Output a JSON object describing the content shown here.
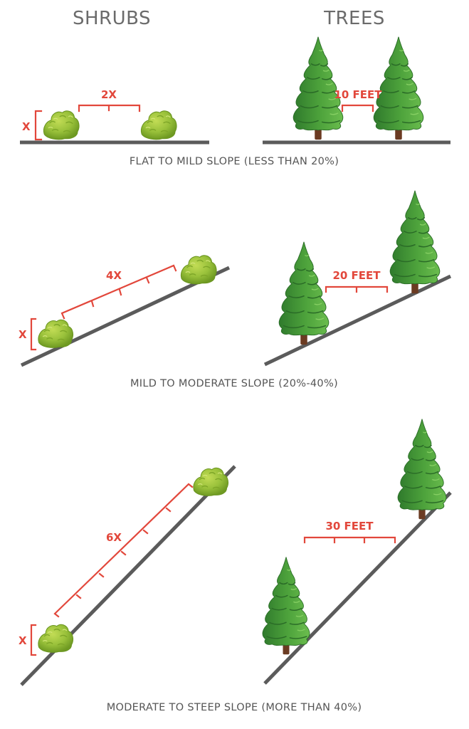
{
  "headers": {
    "shrubs": "SHRUBS",
    "trees": "TREES"
  },
  "rows": [
    {
      "caption": "FLAT TO MILD SLOPE (LESS THAN 20%)",
      "shrub_label": "2X",
      "shrub_height_label": "X",
      "tree_label": "10 FEET"
    },
    {
      "caption": "MILD TO MODERATE SLOPE (20%-40%)",
      "shrub_label": "4X",
      "shrub_height_label": "X",
      "tree_label": "20 FEET"
    },
    {
      "caption": "MODERATE TO STEEP SLOPE (MORE THAN 40%)",
      "shrub_label": "6X",
      "shrub_height_label": "X",
      "tree_label": "30 FEET"
    }
  ],
  "colors": {
    "ground": "#5b5b5b",
    "dimension": "#e2473b",
    "shrub_light": "#a9cc3c",
    "shrub_dark": "#6f9a22",
    "tree_light": "#4ea33c",
    "tree_dark": "#2f7a2c",
    "trunk": "#6b3b22"
  },
  "icons": {
    "shrub": "shrub-icon",
    "tree": "pine-tree-icon"
  }
}
